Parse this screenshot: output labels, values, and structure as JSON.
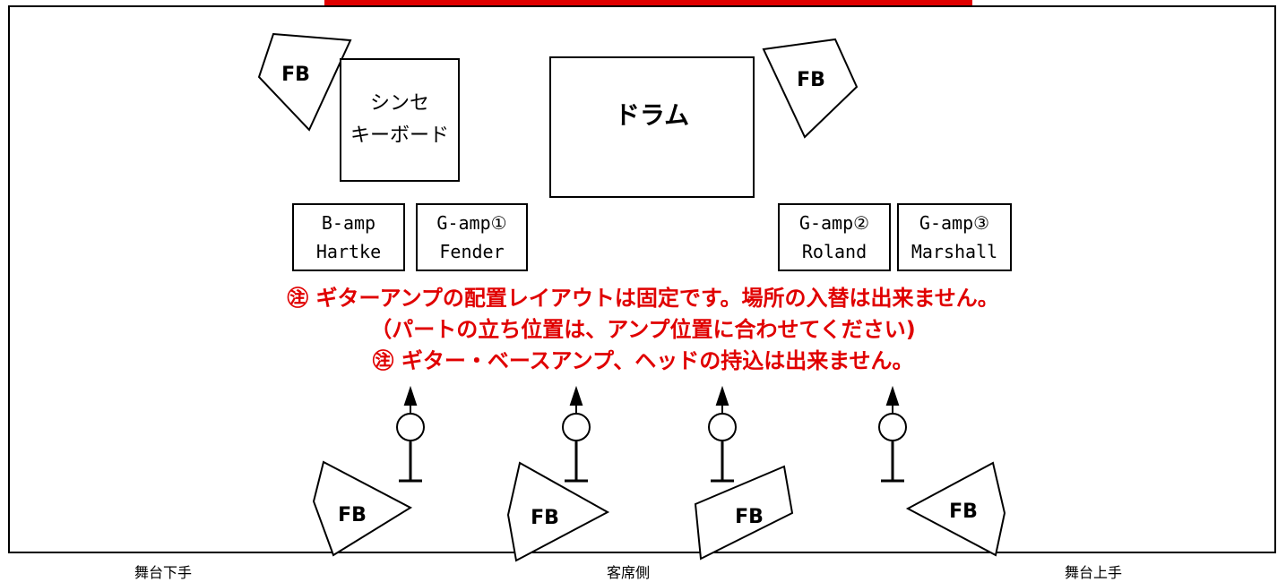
{
  "synth": {
    "line1": "シンセ",
    "line2": "キーボード"
  },
  "drums": {
    "label": "ドラム"
  },
  "amps": [
    {
      "label": "B-amp\nHartke"
    },
    {
      "label": "G-amp①\nFender"
    },
    {
      "label": "G-amp②\nRoland"
    },
    {
      "label": "G-amp③\nMarshall"
    }
  ],
  "monitor_label": "FB",
  "notes": {
    "line1": "㊟ ギターアンプの配置レイアウトは固定です。場所の入替は出来ません。",
    "line2": "（パートの立ち位置は、アンプ位置に合わせてください)",
    "line3": "㊟ ギター・ベースアンプ、ヘッドの持込は出来ません。"
  },
  "footer": {
    "left": "舞台下手",
    "center": "客席側",
    "right": "舞台上手"
  },
  "colors": {
    "accent": "#e00000",
    "line": "#000000"
  }
}
